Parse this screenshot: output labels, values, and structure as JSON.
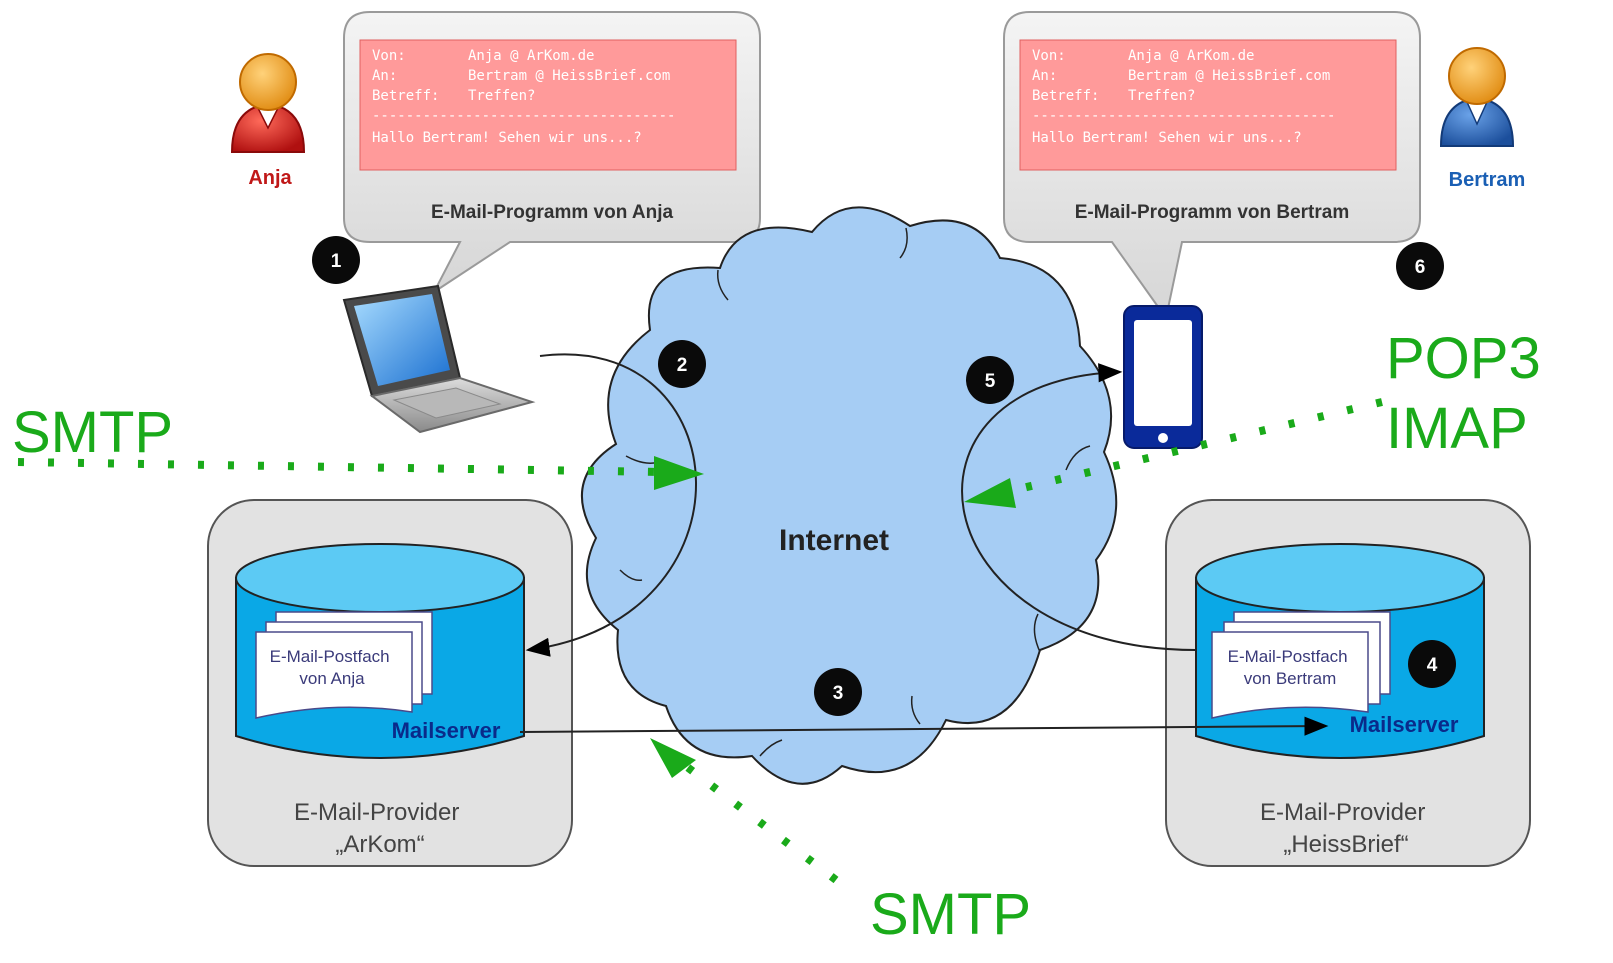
{
  "people": {
    "anja": {
      "name": "Anja",
      "color": "#c01818"
    },
    "bertram": {
      "name": "Bertram",
      "color": "#1a5fb4"
    }
  },
  "bubbles": {
    "anja": {
      "header": {
        "from_label": "Von:",
        "from_value": "Anja @ ArKom.de",
        "to_label": "An:",
        "to_value": "Bertram @ HeissBrief.com",
        "subject_label": "Betreff:",
        "subject_value": "Treffen?",
        "separator": "------------------------------------",
        "body": "Hallo Bertram!  Sehen wir uns...?"
      },
      "caption": "E-Mail-Programm von Anja"
    },
    "bertram": {
      "header": {
        "from_label": "Von:",
        "from_value": "Anja @ ArKom.de",
        "to_label": "An:",
        "to_value": "Bertram @ HeissBrief.com",
        "subject_label": "Betreff:",
        "subject_value": "Treffen?",
        "separator": "------------------------------------",
        "body": "Hallo Bertram!  Sehen wir uns...?"
      },
      "caption": "E-Mail-Programm von Bertram"
    }
  },
  "steps": [
    "1",
    "2",
    "3",
    "4",
    "5",
    "6"
  ],
  "internet_label": "Internet",
  "providers": {
    "arkom": {
      "mailbox_line1": "E-Mail-Postfach",
      "mailbox_line2": "von Anja",
      "server": "Mailserver",
      "line1": "E-Mail-Provider",
      "line2": "„ArKom“"
    },
    "heissbrief": {
      "mailbox_line1": "E-Mail-Postfach",
      "mailbox_line2": "von Bertram",
      "server": "Mailserver",
      "line1": "E-Mail-Provider",
      "line2": "„HeissBrief“"
    }
  },
  "protocols": {
    "smtp_left": "SMTP",
    "smtp_bottom": "SMTP",
    "pop3": "POP3",
    "imap": "IMAP",
    "color": "#1aaa1a"
  },
  "icons": {
    "anja": "person-icon",
    "bertram": "person-icon",
    "laptop": "laptop-icon",
    "phone": "smartphone-icon",
    "cloud": "cloud-icon",
    "database": "database-icon"
  }
}
